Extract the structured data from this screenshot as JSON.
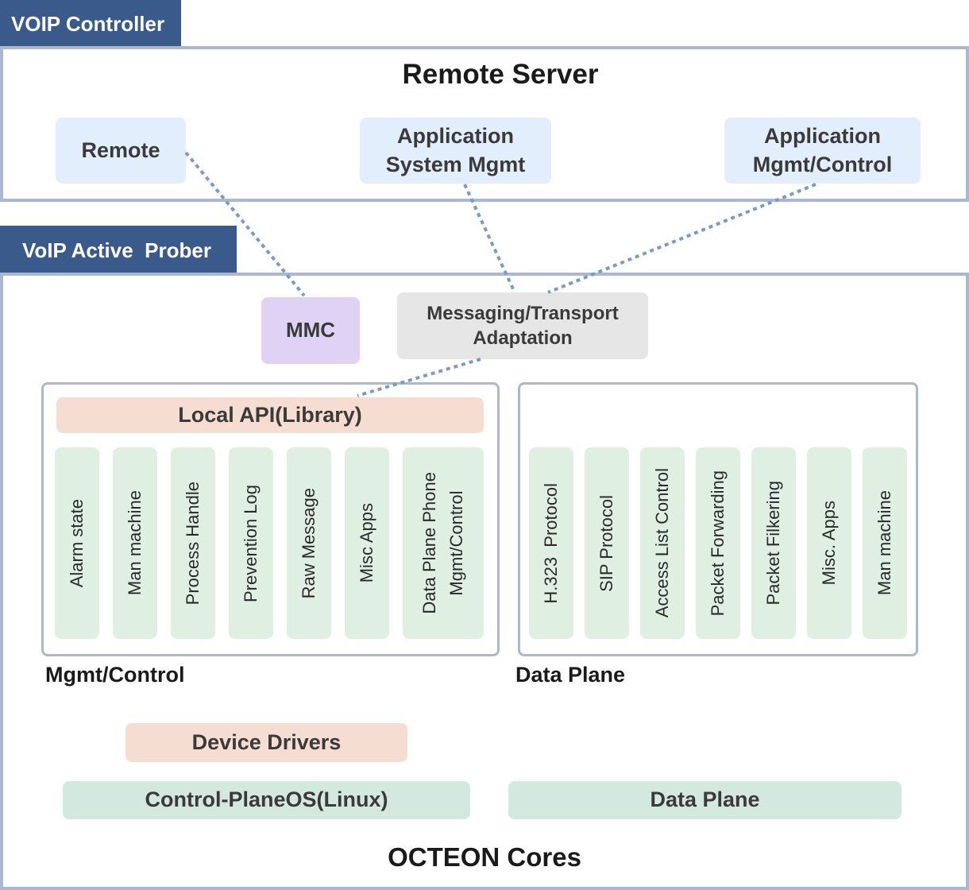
{
  "controller": {
    "tab_label": "VOIP Controller",
    "title": "Remote Server",
    "boxes": {
      "remote": "Remote",
      "app_system_line1": "Application",
      "app_system_line2": "System Mgmt",
      "app_mgmt_line1": "Application",
      "app_mgmt_line2": "Mgmt/Control"
    }
  },
  "prober": {
    "tab_label": "VoIP Active  Prober",
    "mmc": "MMC",
    "messaging_line1": "Messaging/Transport",
    "messaging_line2": "Adaptation",
    "mgmt": {
      "local_api": "Local API(Library)",
      "columns": [
        "Alarm state",
        "Man machine",
        "Process Handle",
        "Prevention Log",
        "Raw Message",
        "Misc Apps"
      ],
      "last_column_line1": "Data Plane Phone",
      "last_column_line2": "Mgmt/Control",
      "label": "Mgmt/Control"
    },
    "data_plane": {
      "columns": [
        "H.323  Protocol",
        "SIP Protocol",
        "Access List Control",
        "Packet Forwarding",
        "Packet Filkering",
        "Misc. Apps",
        "Man machine"
      ],
      "label": "Data Plane"
    },
    "device_drivers": "Device Drivers",
    "control_plane_os": "Control-PlaneOS(Linux)",
    "data_plane_bar": "Data Plane",
    "footer_title": "OCTEON Cores"
  },
  "colors": {
    "tab_bg": "#3a5a8c",
    "frame_border": "#aab8d2",
    "link_line": "#7a9cc0"
  }
}
